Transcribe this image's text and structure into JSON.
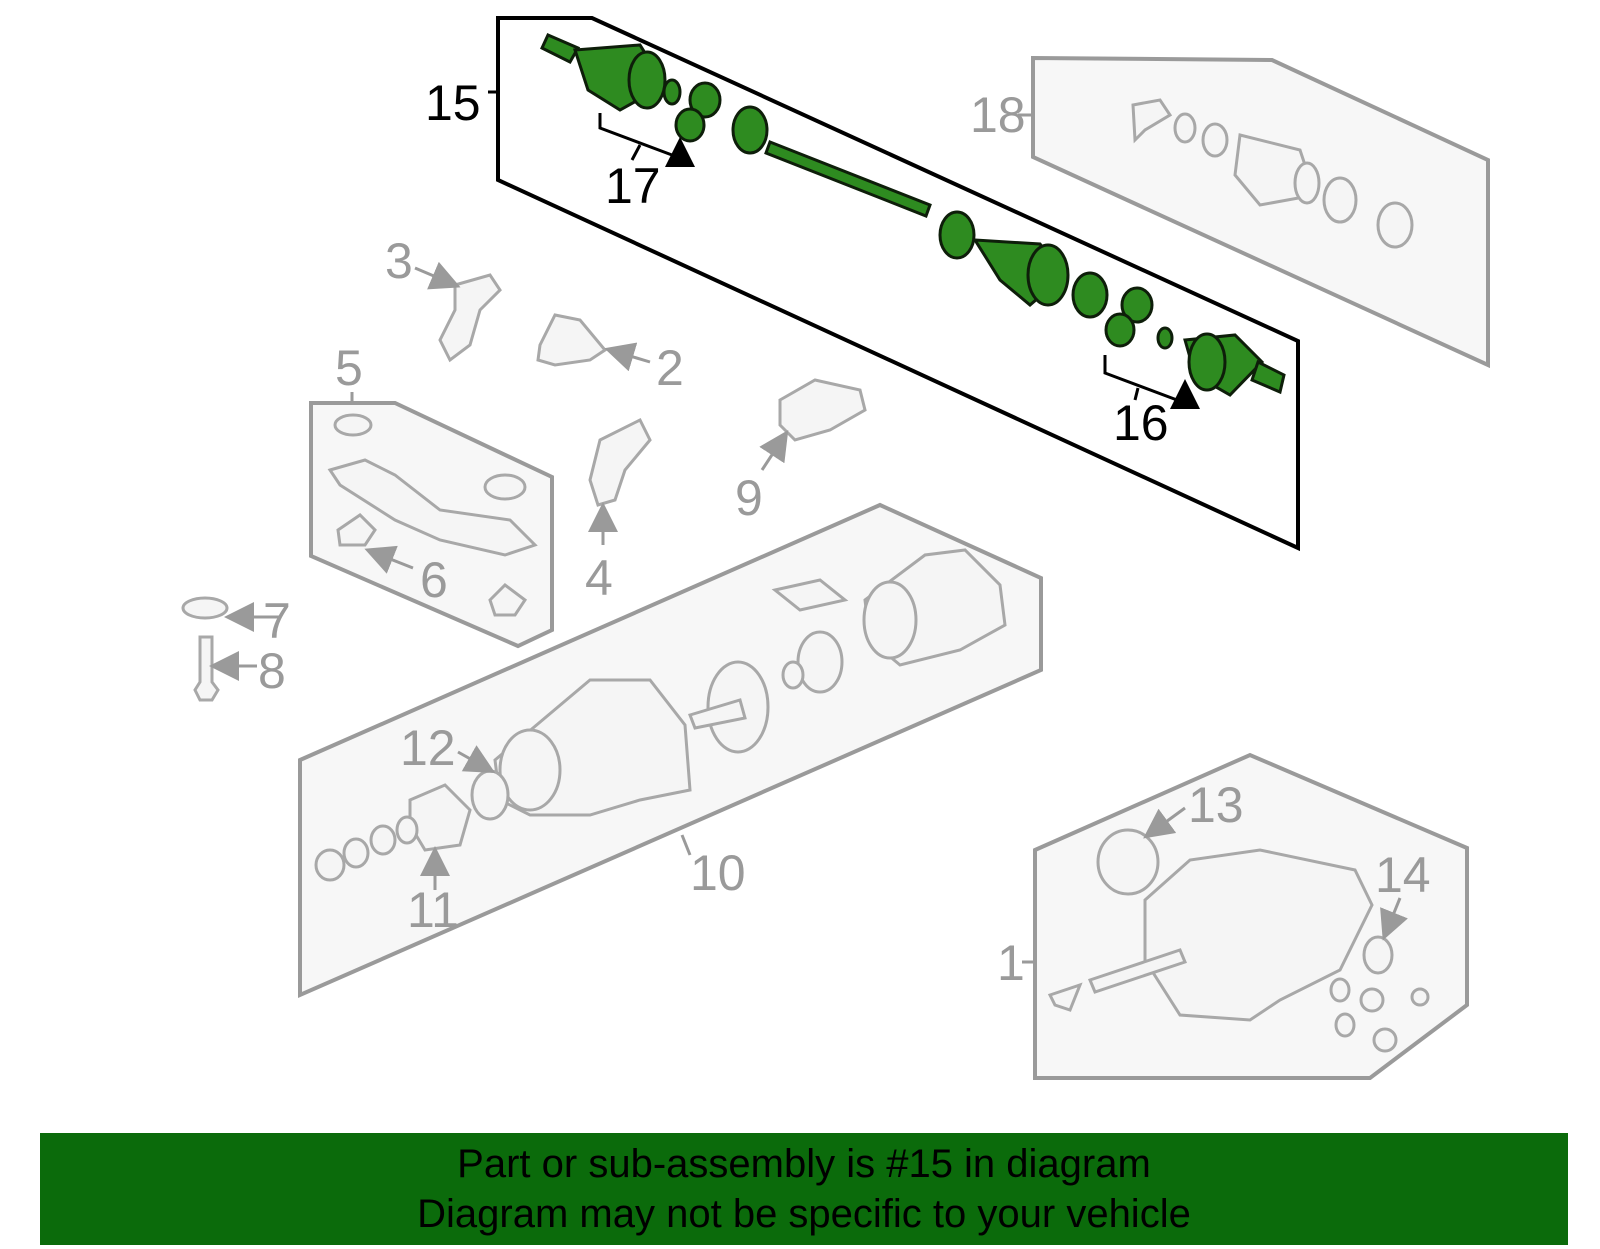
{
  "callouts": {
    "c1": "1",
    "c2": "2",
    "c3": "3",
    "c4": "4",
    "c5": "5",
    "c6": "6",
    "c7": "7",
    "c8": "8",
    "c9": "9",
    "c10": "10",
    "c11": "11",
    "c12": "12",
    "c13": "13",
    "c14": "14",
    "c15": "15",
    "c16": "16",
    "c17": "17",
    "c18": "18"
  },
  "highlighted_part": "15",
  "colors": {
    "highlight": "#2e8b20",
    "banner": "#0b6b0b",
    "line": "#9a9a9a"
  },
  "banner": {
    "line1": "Part or sub-assembly is #15 in diagram",
    "line2": "Diagram may not be specific to your vehicle"
  }
}
